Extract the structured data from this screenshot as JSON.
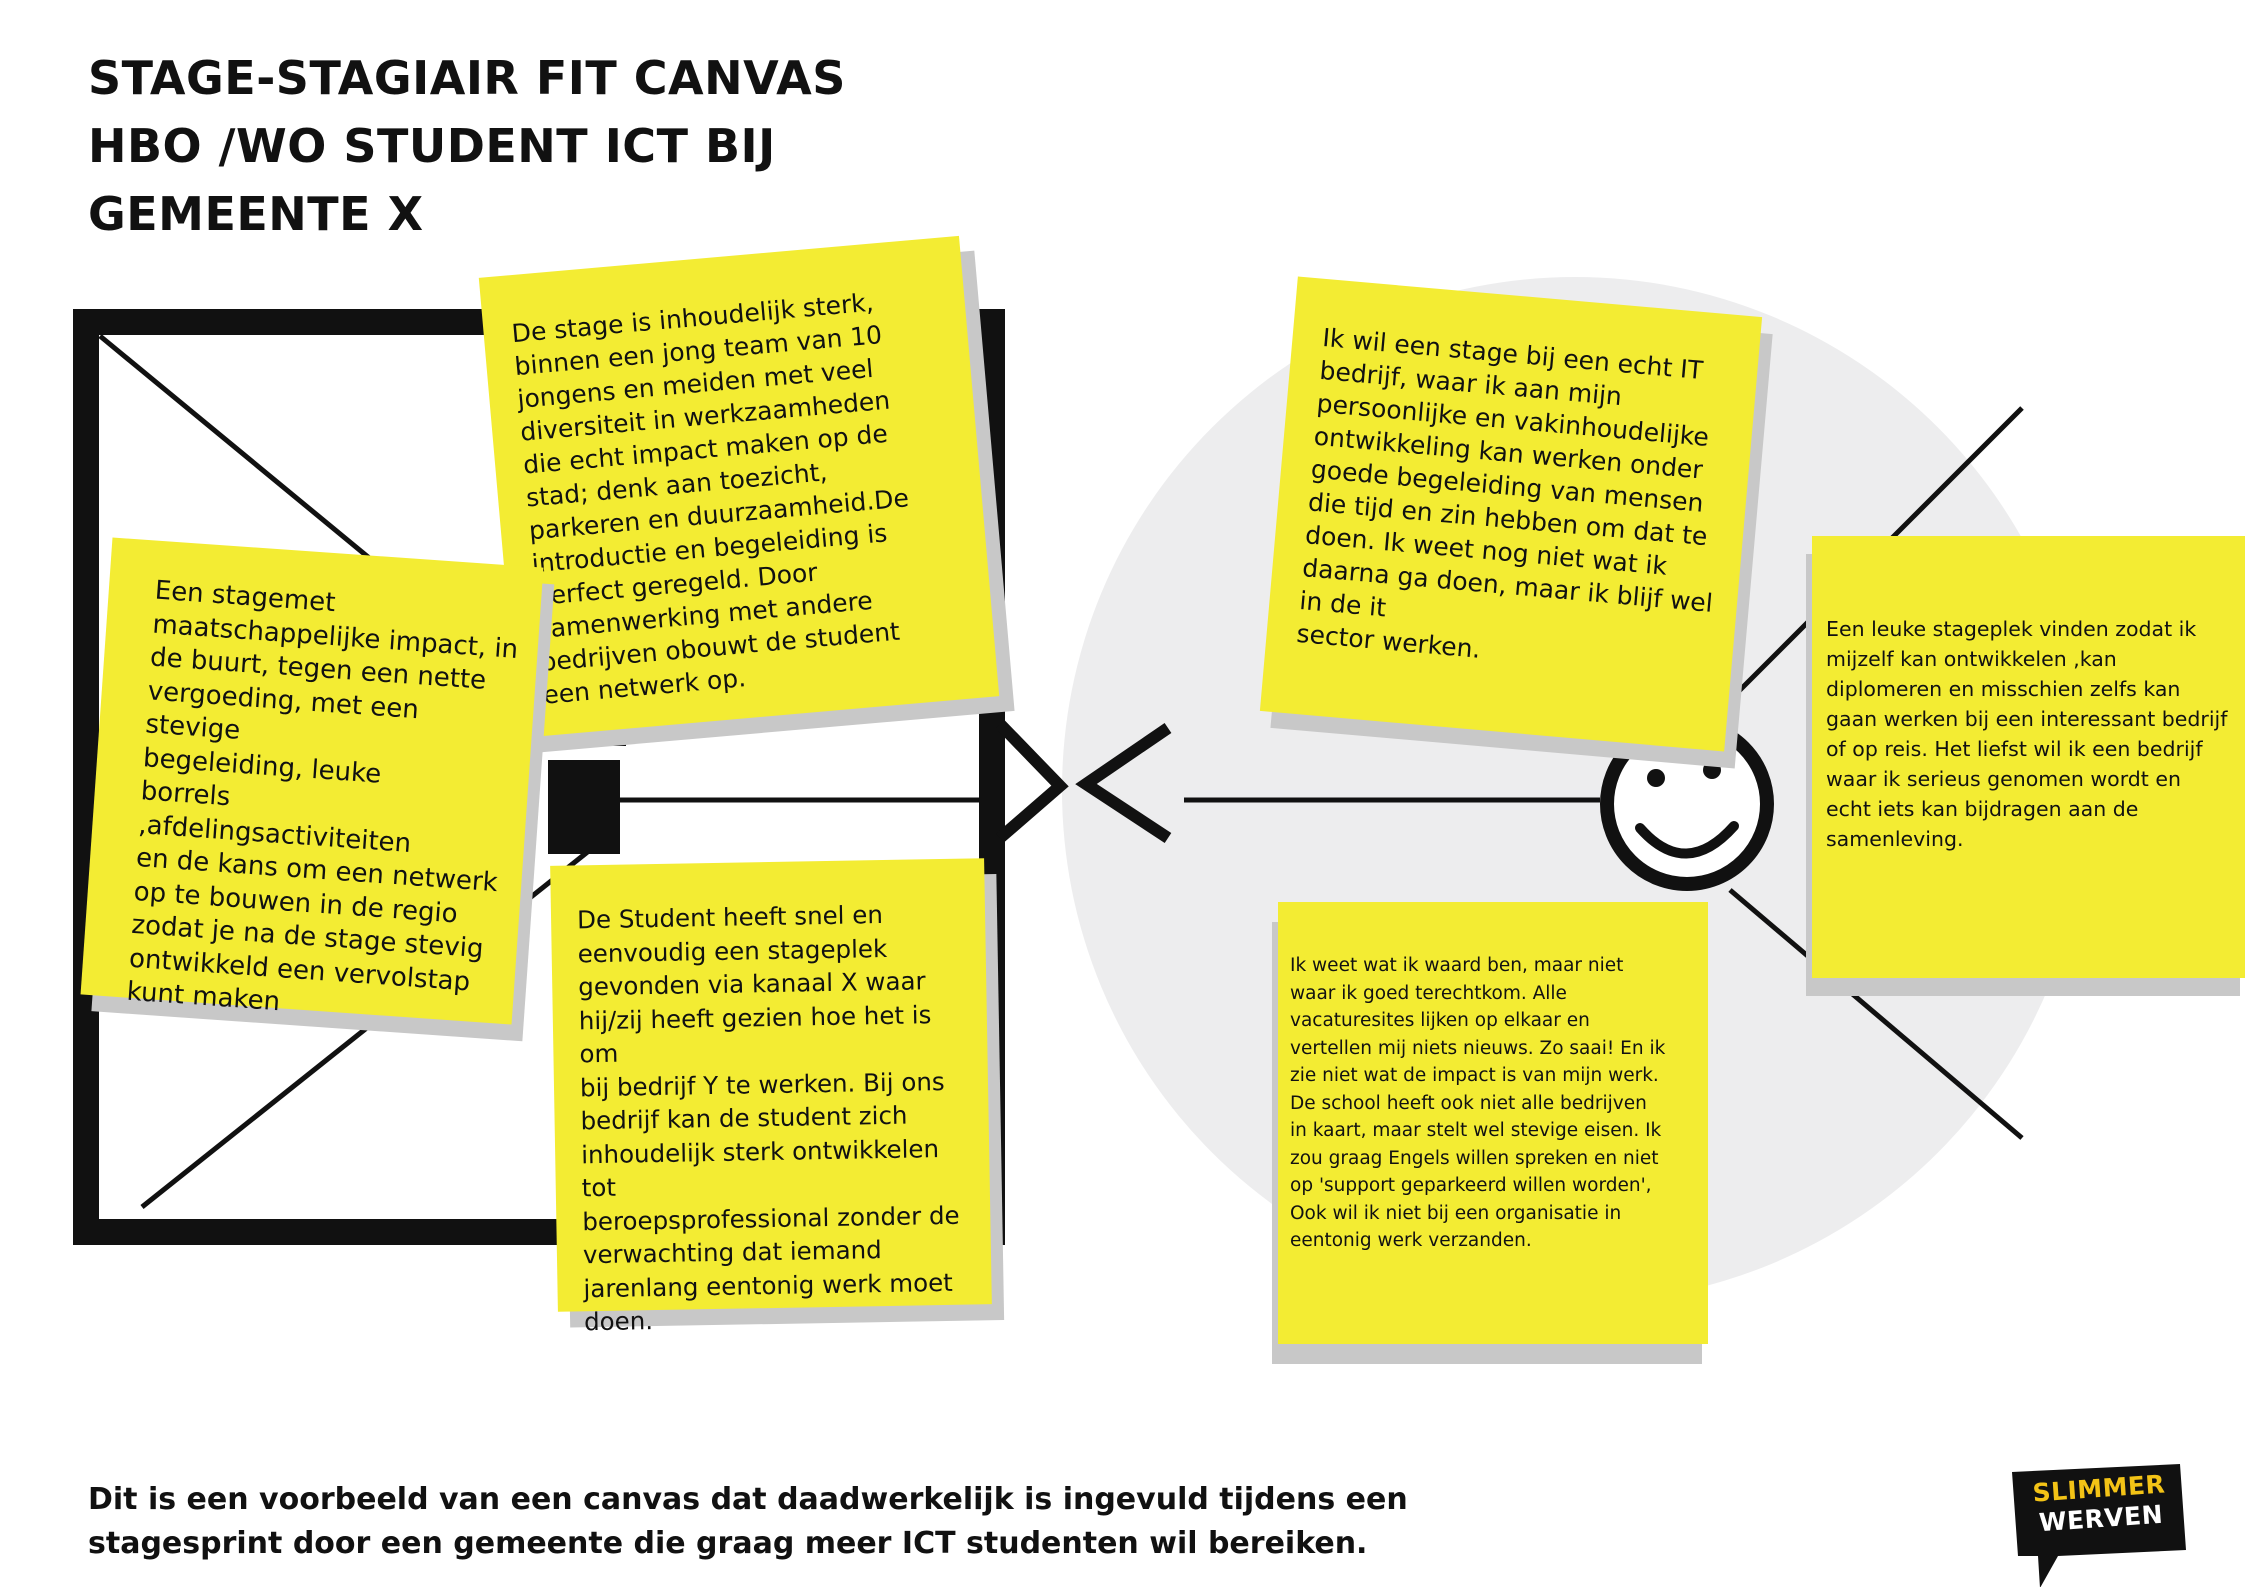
{
  "title": {
    "line1": "STAGE-STAGIAIR FIT CANVAS",
    "line2": "HBO /WO STUDENT ICT BIJ",
    "line3": "GEMEENTE X"
  },
  "notes": {
    "stage_description": "De stage is inhoudelijk sterk,\nbinnen een jong team van 10\njongens en meiden met veel\ndiversiteit in werkzaamheden\ndie echt impact maken op de\nstad; denk aan toezicht,\nparkeren en duurzaamheid.De\nintroductie en begeleiding is\nperfect geregeld. Door\nsamenwerking met andere\nbedrijven obouwt de student\neen netwerk op.",
    "stage_offer": "Een stagemet\nmaatschappelijke impact, in\nde buurt, tegen een nette\nvergoeding, met een stevige\nbegeleiding, leuke\nborrels ,afdelingsactiviteiten\nen de kans om een netwerk\nop te bouwen in de regio\nzodat je na de stage stevig\nontwikkeld een vervolstap\nkunt maken",
    "student_found": "De Student heeft snel en\neenvoudig een stageplek\ngevonden via kanaal X waar\nhij/zij heeft gezien hoe het is om\nbij bedrijf  Y te werken. Bij ons\nbedrijf kan de student zich\ninhoudelijk sterk ontwikkelen tot\nberoepsprofessional zonder de\nverwachting dat iemand\njarenlang eentonig werk moet\ndoen.",
    "student_wish": "Ik wil een stage bij een echt IT\nbedrijf, waar ik aan mijn\npersoonlijke en vakinhoudelijke\nontwikkeling kan werken onder\ngoede begeleiding van mensen\ndie tijd en zin hebben om dat te\ndoen. Ik weet nog niet wat ik\ndaarna ga doen, maar ik blijf wel\nin de it\nsector werken.",
    "student_gain": "Een leuke stageplek vinden zodat ik\nmijzelf kan ontwikkelen ,kan\ndiplomeren en misschien zelfs kan\ngaan werken bij een interessant bedrijf\nof op reis. Het liefst wil ik een bedrijf\nwaar ik serieus genomen wordt en\necht iets kan bijdragen aan de\nsamenleving.",
    "student_pain": "Ik weet wat ik waard ben, maar niet\nwaar ik goed terechtkom.  Alle\nvacaturesites lijken op elkaar en\nvertellen mij niets nieuws.  Zo saai! En ik\nzie niet wat de impact is van mijn werk.\nDe school heeft ook niet alle bedrijven\nin kaart, maar stelt wel stevige eisen.  Ik\nzou graag Engels willen spreken en niet\nop 'support geparkeerd willen worden',\nOok wil ik niet bij een organisatie in\neentonig werk verzanden."
  },
  "footer": {
    "line1": "Dit is een voorbeeld van een canvas dat daadwerkelijk is ingevuld tijdens een",
    "line2": "stagesprint door een gemeente die graag meer ICT studenten wil bereiken."
  },
  "logo": {
    "line1": "SLIMMER",
    "line2": "WERVEN"
  },
  "colors": {
    "note_yellow": "#f3ec33",
    "shadow_grey": "#c8c8c8",
    "circle_grey": "#ededee",
    "line_black": "#111111",
    "logo_yellow": "#f3c316"
  }
}
